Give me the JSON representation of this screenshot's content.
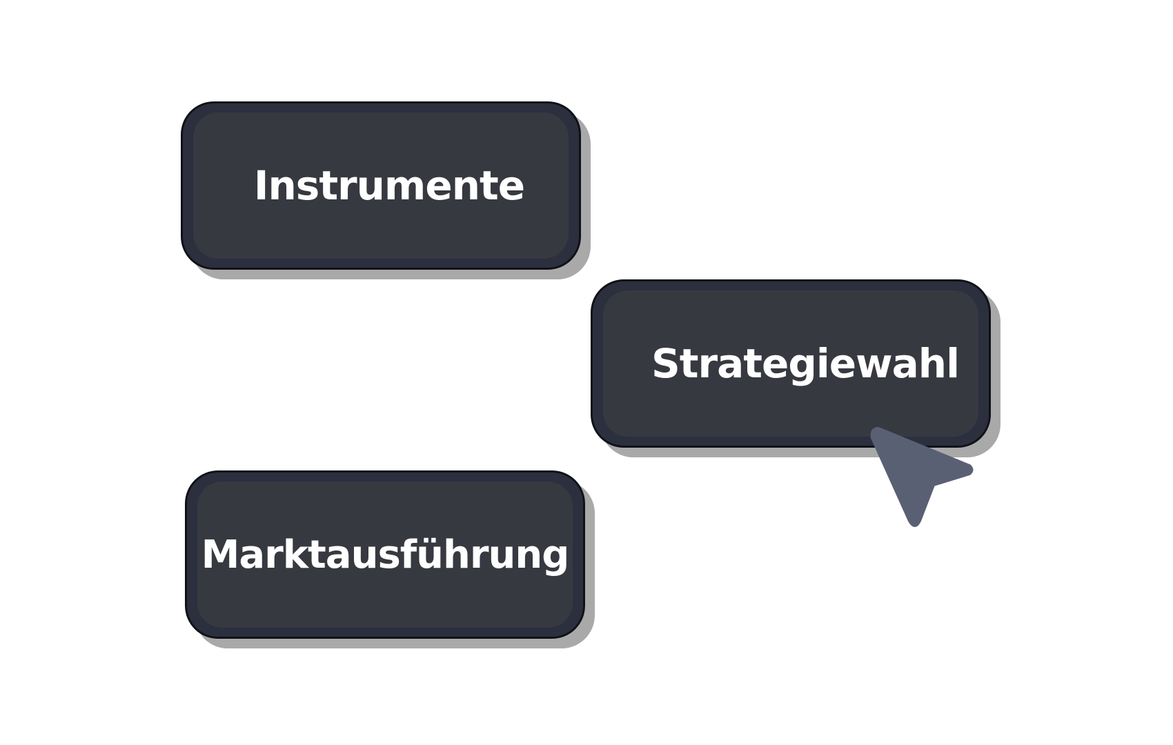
{
  "buttons": {
    "instrumente": {
      "label": "Instrumente"
    },
    "strategiewahl": {
      "label": "Strategiewahl"
    },
    "marktausfuehrung": {
      "label": "Marktausführung"
    }
  },
  "cursor": {
    "icon": "mouse-pointer-icon",
    "color": "#5a6073"
  },
  "colors": {
    "button_outer": "#2b2f3e",
    "button_inner": "#373941",
    "button_border": "#111217",
    "shadow": "#a9a9a9",
    "text": "#ffffff",
    "background": "#ffffff"
  }
}
